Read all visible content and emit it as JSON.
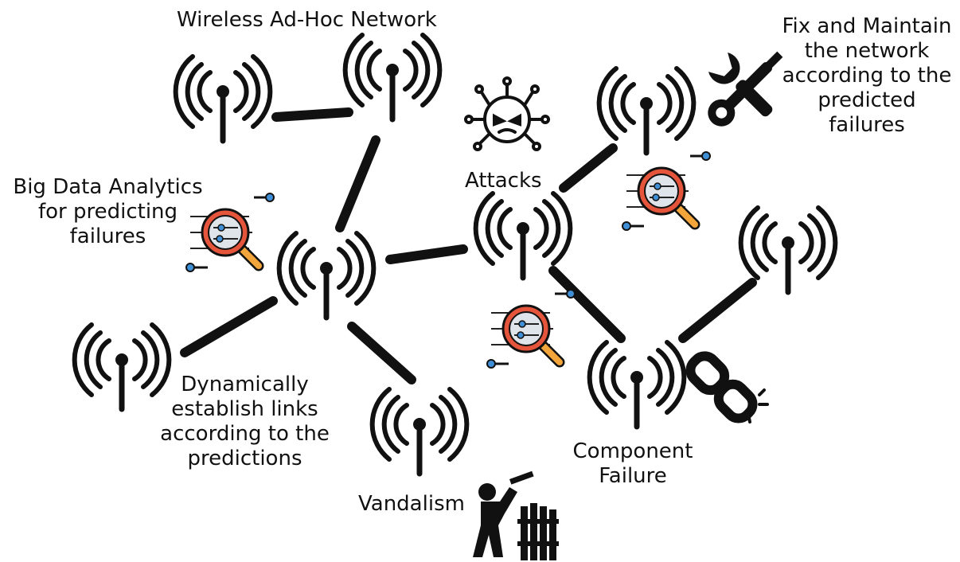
{
  "title": "Wireless Ad-Hoc Network",
  "labels": {
    "big_data": [
      "Big Data Analytics",
      "for predicting",
      "failures"
    ],
    "fix_maintain": [
      "Fix and Maintain",
      "the network",
      "according to the",
      "predicted",
      "failures"
    ],
    "attacks": "Attacks",
    "dynamic_links": [
      "Dynamically",
      "establish links",
      "according to the",
      "predictions"
    ],
    "vandalism": "Vandalism",
    "component_failure": [
      "Component",
      "Failure"
    ]
  },
  "icons": [
    "antenna-icon",
    "virus-icon",
    "wrench-screwdriver-icon",
    "magnifier-analytics-icon",
    "broken-link-icon",
    "vandal-fence-icon"
  ],
  "colors": {
    "ink": "#111111",
    "magnifier_ring": "#e4553b",
    "magnifier_glass": "#dfe4ea",
    "magnifier_handle": "#f2a53a",
    "slider_dot": "#3f8fd6"
  }
}
